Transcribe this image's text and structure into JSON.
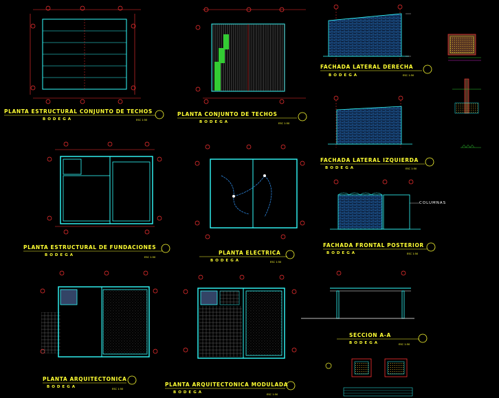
{
  "sheet": {
    "background": "#000000",
    "colors": {
      "title": "#ffff33",
      "wall": "#33ffff",
      "axis": "#ff3333",
      "hatch": "#3399ff",
      "green": "#33cc33",
      "white": "#ffffff",
      "magenta": "#ff33ff"
    }
  },
  "drawings": {
    "roof_structural": {
      "title": "PLANTA ESTRUCTURAL CONJUNTO DE TECHOS",
      "subtitle": "BODEGA",
      "scale": "ESC 1:50"
    },
    "roof_plan": {
      "title": "PLANTA CONJUNTO DE TECHOS",
      "subtitle": "BODEGA",
      "scale": "ESC 1:50"
    },
    "right_facade": {
      "title": "FACHADA LATERAL DERECHA",
      "subtitle": "BODEGA",
      "scale": "ESC 1:50"
    },
    "left_facade": {
      "title": "FACHADA LATERAL IZQUIERDA",
      "subtitle": "BODEGA",
      "scale": "ESC 1:50"
    },
    "front_facade": {
      "title": "FACHADA FRONTAL POSTERIOR",
      "subtitle": "BODEGA",
      "scale": "ESC 1:50",
      "callout": "COLUMNAS"
    },
    "foundations": {
      "title": "PLANTA ESTRUCTURAL DE FUNDACIONES",
      "subtitle": "BODEGA",
      "scale": "ESC 1:50"
    },
    "electrical": {
      "title": "PLANTA ELECTRICA",
      "subtitle": "BODEGA",
      "scale": "ESC 1:50"
    },
    "section_aa": {
      "title": "SECCION A-A",
      "subtitle": "BODEGA",
      "scale": "ESC 1:50"
    },
    "architectural": {
      "title": "PLANTA ARQUITECTONICA",
      "subtitle": "BODEGA",
      "scale": "ESC 1:50"
    },
    "modulated": {
      "title": "PLANTA ARQUITECTONICA MODULADA",
      "subtitle": "BODEGA",
      "scale": "ESC 1:50"
    }
  }
}
